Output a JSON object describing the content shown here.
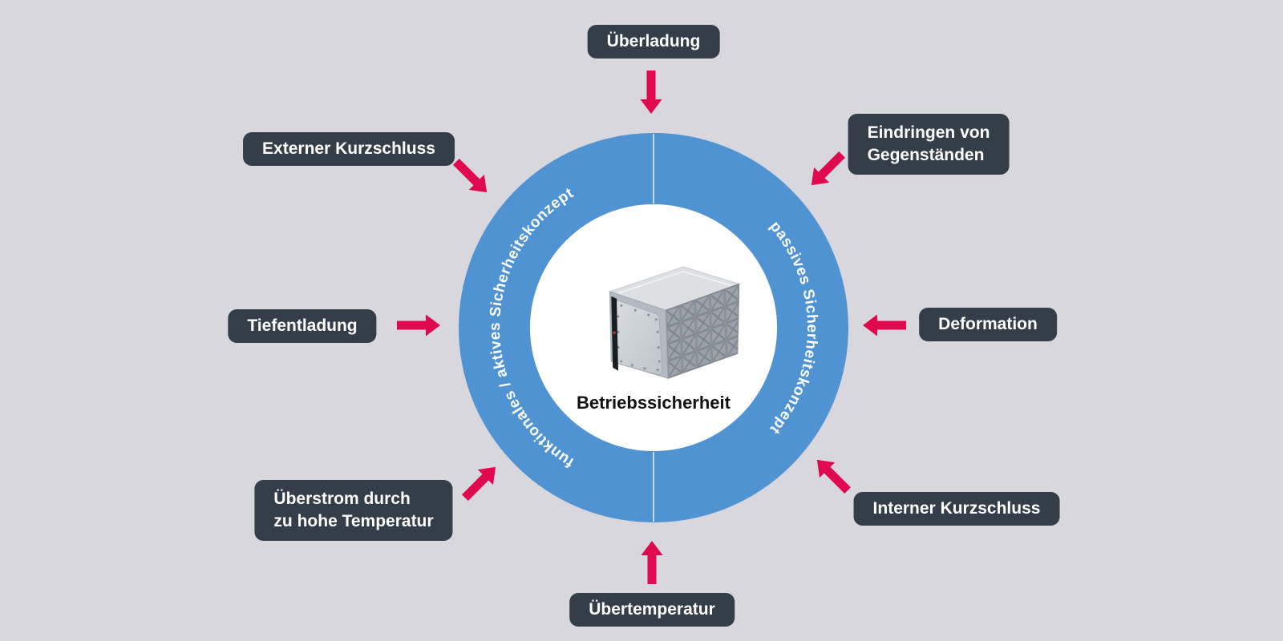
{
  "diagram": {
    "center_label": "Betriebssicherheit",
    "center_image": "battery-pack",
    "ring": {
      "left_label": "funktionales / aktives Sicherheitskonzept",
      "right_label": "passives Sicherheitskonzept"
    },
    "hazards": [
      {
        "id": "ueberladung",
        "position": "top",
        "lines": [
          "Überladung"
        ]
      },
      {
        "id": "externer-kurzschluss",
        "position": "top-left",
        "lines": [
          "Externer Kurzschluss"
        ]
      },
      {
        "id": "eindringen-von-gegenstaenden",
        "position": "top-right",
        "lines": [
          "Eindringen von",
          "Gegenständen"
        ]
      },
      {
        "id": "tiefentladung",
        "position": "left",
        "lines": [
          "Tiefentladung"
        ]
      },
      {
        "id": "deformation",
        "position": "right",
        "lines": [
          "Deformation"
        ]
      },
      {
        "id": "ueberstrom-temperatur",
        "position": "bottom-left",
        "lines": [
          "Überstrom durch",
          "zu hohe Temperatur"
        ]
      },
      {
        "id": "interner-kurzschluss",
        "position": "bottom-right",
        "lines": [
          "Interner Kurzschluss"
        ]
      },
      {
        "id": "uebertemperatur",
        "position": "bottom",
        "lines": [
          "Übertemperatur"
        ]
      }
    ],
    "colors": {
      "background": "#d8d7dd",
      "ring_blue": "#4f93d3",
      "label_background": "#333e48",
      "label_text": "#ffffff",
      "arrow_red": "#e0084e",
      "divider": "#bfdcf5",
      "center_text": "#111111"
    }
  }
}
